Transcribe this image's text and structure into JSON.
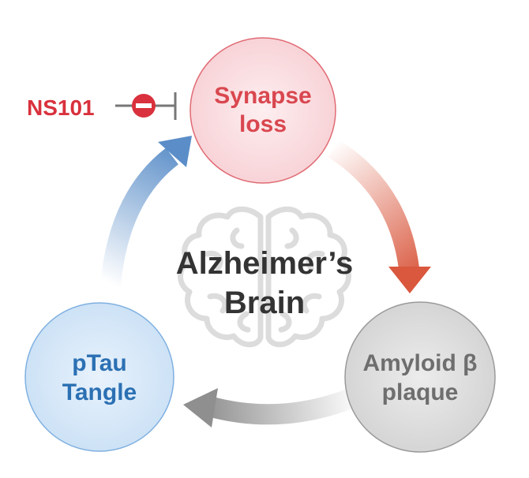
{
  "center": {
    "line1": "Alzheimer’s",
    "line2": "Brain"
  },
  "nodes": {
    "synapse": {
      "line1": "Synapse",
      "line2": "loss",
      "color": "#d9474f",
      "fill": "#fbe3e5"
    },
    "amyloid": {
      "line1": "Amyloid β",
      "line2": "plaque",
      "color": "#777777",
      "fill": "#e3e3e3"
    },
    "ptau": {
      "line1": "pTau",
      "line2": "Tangle",
      "color": "#2b70b3",
      "fill": "#dbeaf8"
    }
  },
  "inhibitor": {
    "label": "NS101",
    "color": "#d9313d"
  },
  "arrows": {
    "synapse_to_amyloid": "#d9583e",
    "amyloid_to_ptau": "#8f8f8f",
    "ptau_to_synapse": "#5b8ec8"
  }
}
